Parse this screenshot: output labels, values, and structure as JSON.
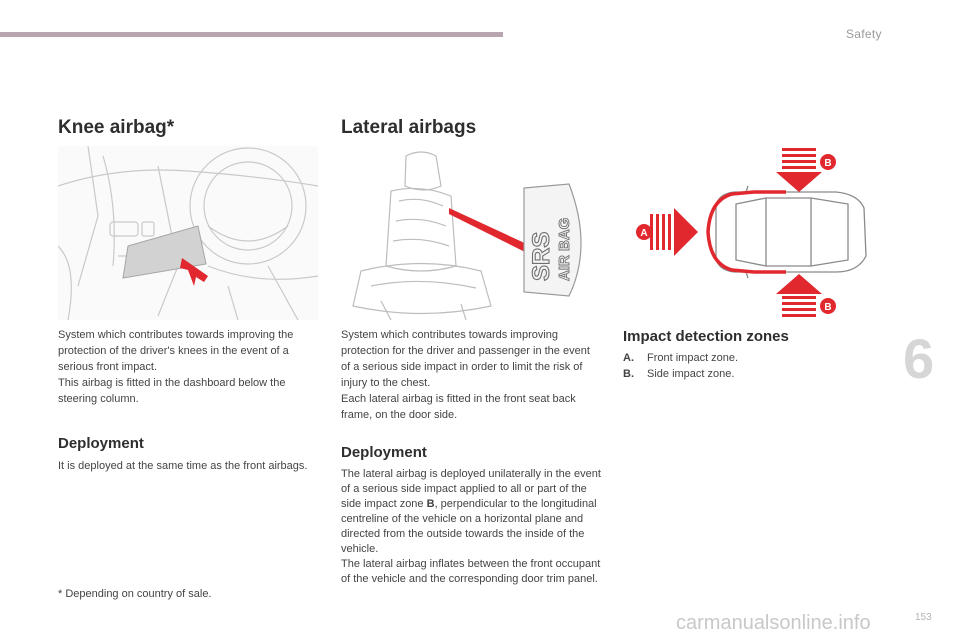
{
  "header": {
    "section": "Safety"
  },
  "knee": {
    "title": "Knee airbag*",
    "description": [
      "System which contributes towards improving the protection of the driver's knees in the event of a serious front impact.",
      "This airbag is fitted in the dashboard below the steering column."
    ],
    "deployment_title": "Deployment",
    "deployment_text": "It is deployed at the same time as the front airbags.",
    "footnote": "* Depending on country of sale."
  },
  "lateral": {
    "title": "Lateral airbags",
    "description": [
      "System which contributes towards improving protection for the driver and passenger in the event of a serious side impact in order to limit the risk of injury to the chest.",
      "Each lateral airbag is fitted in the front seat back frame, on the door side."
    ],
    "srs_label_1": "SRS",
    "srs_label_2": "AIR BAG",
    "deployment_title": "Deployment",
    "deployment_text_before_bold": "The lateral airbag is deployed unilaterally in the event of a serious side impact applied to all or part of the side impact zone ",
    "deployment_bold": "B",
    "deployment_text_after_bold": ", perpendicular to the longitudinal centreline of the vehicle on a horizontal plane and directed from the outside towards the inside of the vehicle.",
    "deployment_text_2": "The lateral airbag inflates between the front occupant of the vehicle and the corresponding door trim panel."
  },
  "impact": {
    "title": "Impact detection zones",
    "marker_a": "A",
    "marker_b": "B",
    "zones": [
      {
        "letter": "A.",
        "text": "Front impact zone."
      },
      {
        "letter": "B.",
        "text": "Side impact zone."
      }
    ]
  },
  "chapter_number": "6",
  "page_number": "153",
  "watermark": "carmanualsonline.info",
  "colors": {
    "arrow_red": "#e0282e",
    "accent_bar": "#b9a5b0"
  }
}
